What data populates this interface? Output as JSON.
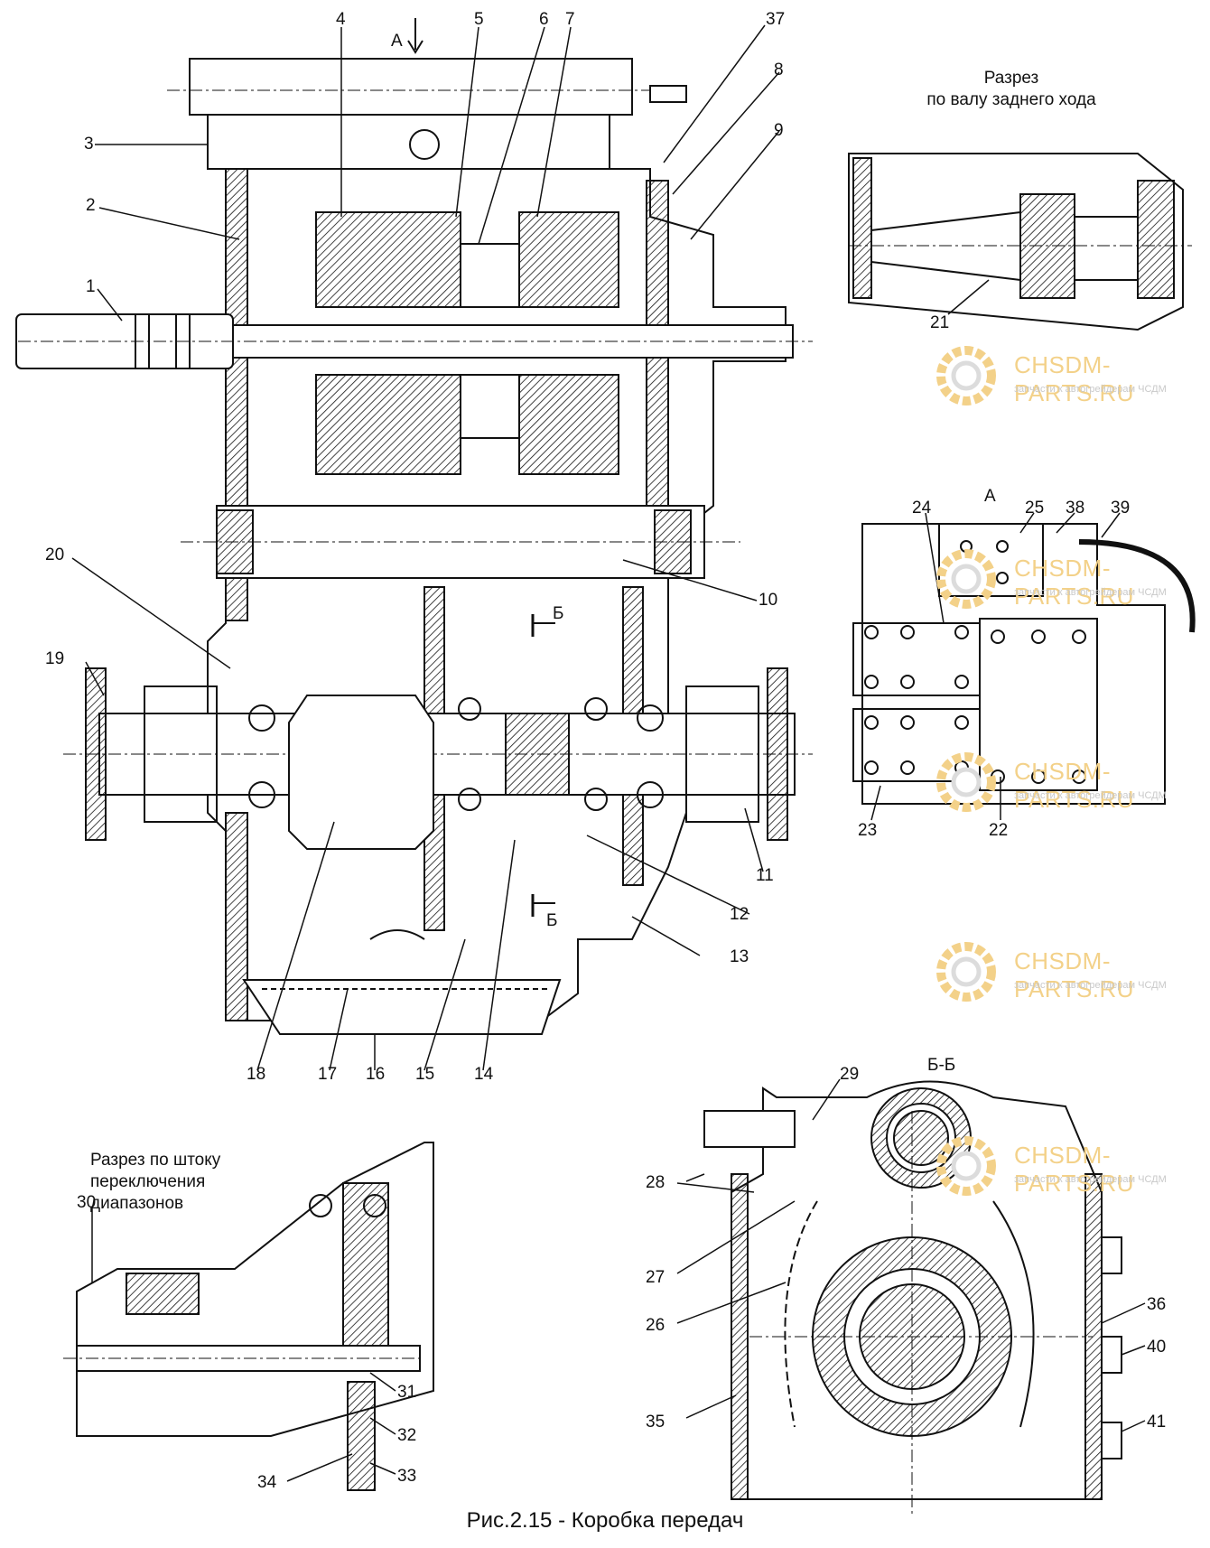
{
  "figure": {
    "caption": "Рис.2.15 - Коробка передач",
    "view_a_marker": "А",
    "section_bb_marker": "Б",
    "section_bb_title": "Б-Б"
  },
  "sections": {
    "reverse_shaft": "Разрез\nпо валу заднего хода",
    "range_rod": "Разрез по штоку\nпереключения\nдиапазонов",
    "view_a": "А"
  },
  "callouts": [
    "1",
    "2",
    "3",
    "4",
    "5",
    "6",
    "7",
    "8",
    "9",
    "10",
    "11",
    "12",
    "13",
    "14",
    "15",
    "16",
    "17",
    "18",
    "19",
    "20",
    "21",
    "22",
    "23",
    "24",
    "25",
    "26",
    "27",
    "28",
    "29",
    "30",
    "31",
    "32",
    "33",
    "34",
    "35",
    "36",
    "37",
    "38",
    "39",
    "40",
    "41"
  ],
  "watermark": {
    "brand": "CHSDM-PARTS.RU",
    "subtitle": "запчасти к автогрейдерам ЧСДМ",
    "color": "#f3d189"
  }
}
